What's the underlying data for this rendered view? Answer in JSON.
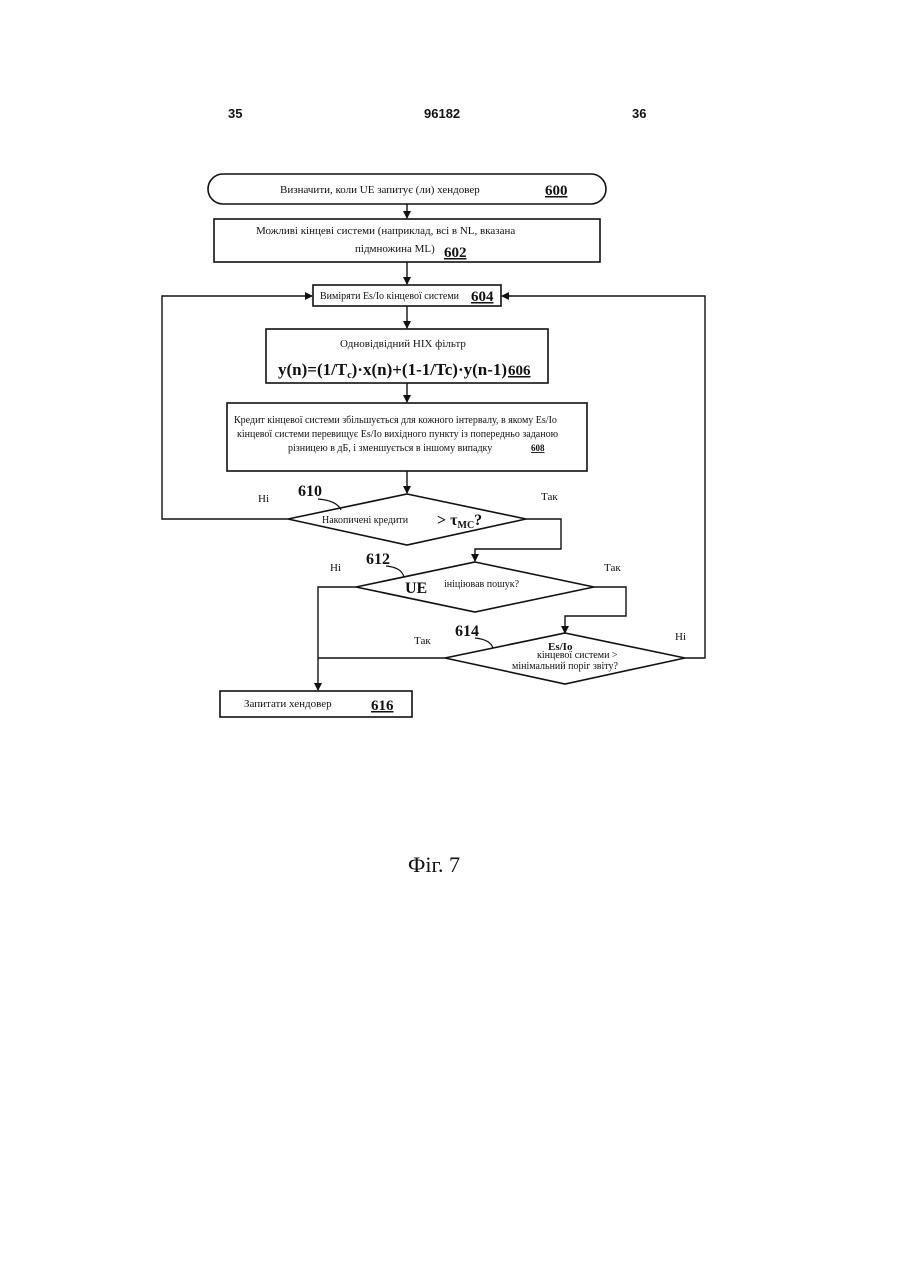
{
  "header": {
    "page_left": "35",
    "doc_number": "96182",
    "page_right": "36"
  },
  "steps": {
    "s600": {
      "text": "Визначити, коли UE запитує (ли) хендовер",
      "ref": "600"
    },
    "s602": {
      "line1": "Можливі кінцеві системи (наприклад, всі в NL, вказана",
      "line2": "підмножина ML)",
      "ref": "602"
    },
    "s604": {
      "text": "Виміряти Es/Io кінцевої системи",
      "ref": "604"
    },
    "s606": {
      "title": "Одновідвідний НІХ фільтр",
      "formula": "y(n)=(1/T",
      "formula_sub": "c",
      "formula_rest": ")·x(n)+(1-1/Tc)·y(n-1)",
      "ref": "606"
    },
    "s608": {
      "line1": "Кредит кінцевої системи збільшується для кожного інтервалу, в якому Es/Io",
      "line2": "кінцевої системи перевищує Es/Io вихідного пункту із попередньо заданою",
      "line3": "різницею в дБ, і зменшується в іншому випадку",
      "ref": "608"
    },
    "s610": {
      "text": "Накопичені кредити",
      "cmp": "> τ",
      "cmp_sub": "MC",
      "cmp_q": "?",
      "ref": "610",
      "no": "Ні",
      "yes": "Так"
    },
    "s612": {
      "ue": "UE",
      "text": "ініціював пошук?",
      "ref": "612",
      "no": "Ні",
      "yes": "Так"
    },
    "s614": {
      "line1": "Es/Io",
      "line2": "кінцевої системи >",
      "line3": "мінімальний поріг звіту?",
      "ref": "614",
      "yes": "Так",
      "no": "Ні"
    },
    "s616": {
      "text": "Запитати хендовер",
      "ref": "616"
    }
  },
  "caption": "Фіг. 7"
}
